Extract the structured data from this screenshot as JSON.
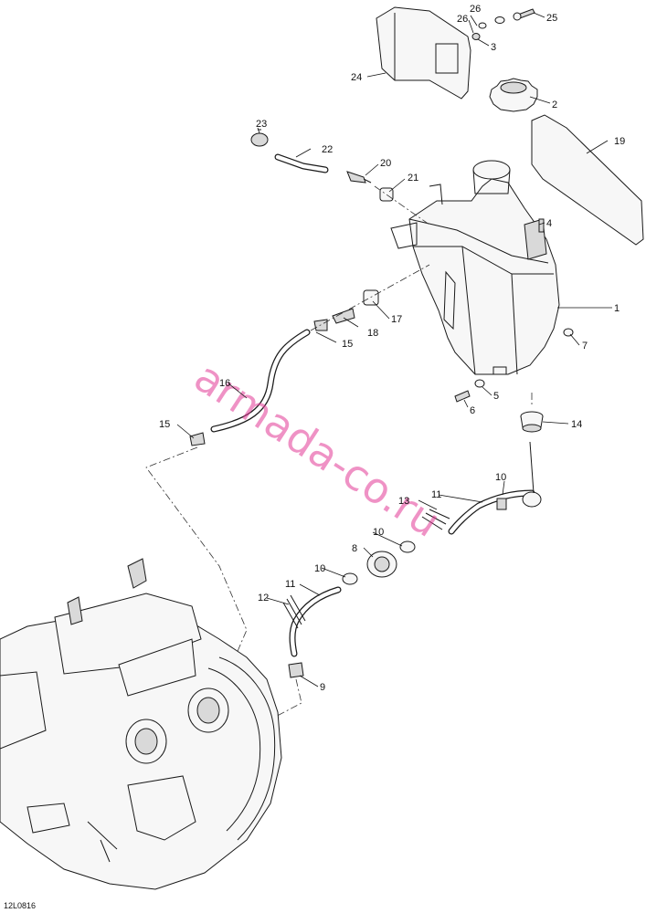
{
  "callouts": {
    "c1": "1",
    "c2": "2",
    "c3": "3",
    "c4": "4",
    "c5": "5",
    "c6": "6",
    "c7": "7",
    "c8": "8",
    "c9": "9",
    "c10a": "10",
    "c10b": "10",
    "c10c": "10",
    "c11a": "11",
    "c11b": "11",
    "c12": "12",
    "c13": "13",
    "c14": "14",
    "c15a": "15",
    "c15b": "15",
    "c16": "16",
    "c17": "17",
    "c18": "18",
    "c19": "19",
    "c20": "20",
    "c21": "21",
    "c22": "22",
    "c23": "23",
    "c24": "24",
    "c25": "25",
    "c26a": "26",
    "c26b": "26"
  },
  "watermark": "armada-co.ru",
  "drawing_id": "12L0816"
}
